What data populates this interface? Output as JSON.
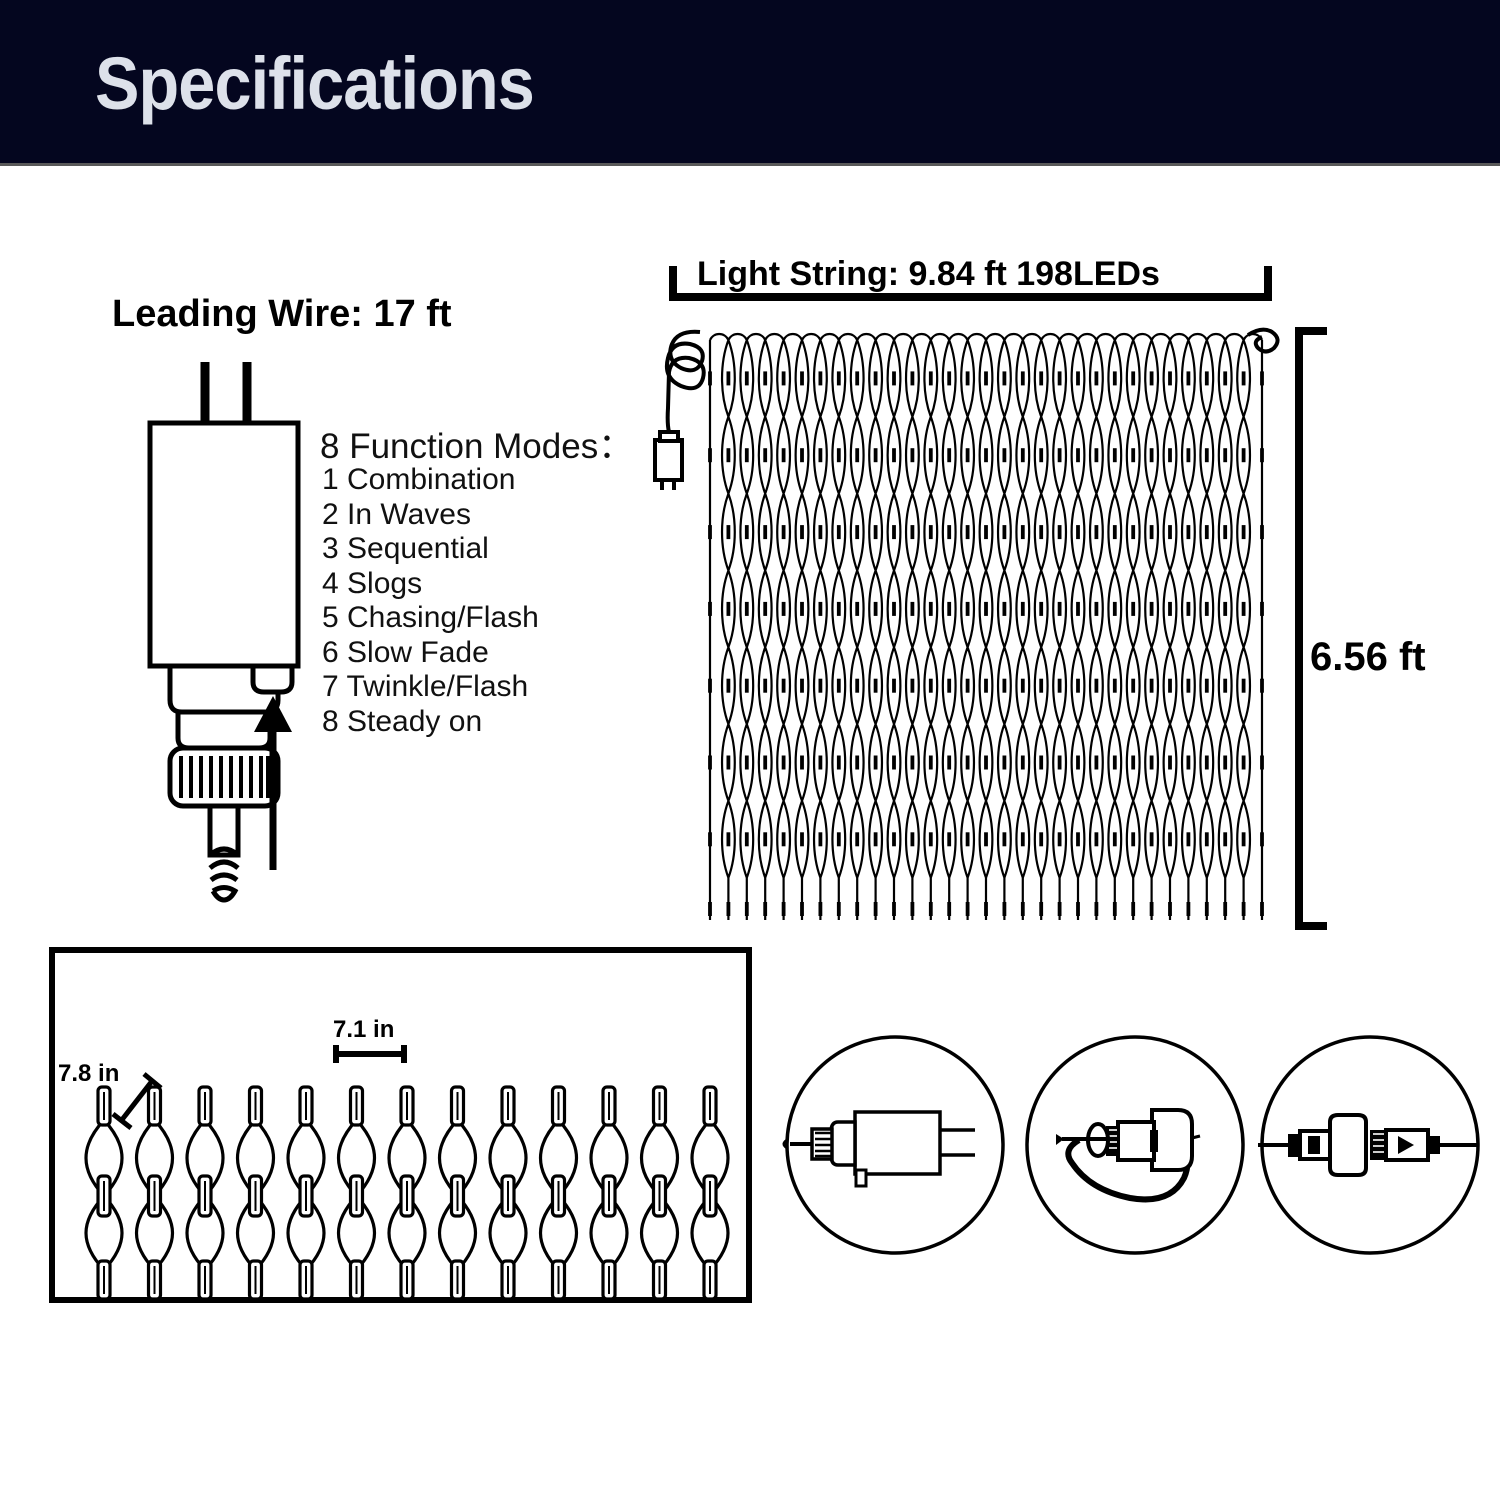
{
  "header": {
    "title": "Specifications",
    "bg_color": "#04061f",
    "text_color": "#dde1ea"
  },
  "leading_wire": {
    "title": "Leading Wire: 17 ft"
  },
  "function_modes": {
    "title": "8 Function Modes：",
    "items": [
      "1 Combination",
      "2 In Waves",
      "3 Sequential",
      "4 Slogs",
      "5 Chasing/Flash",
      "6 Slow Fade",
      "7 Twinkle/Flash",
      "8 Steady on"
    ]
  },
  "light_string": {
    "title": "Light String: 9.84 ft  198LEDs",
    "height_label": "6.56 ft"
  },
  "mesh_detail": {
    "horizontal_spacing": "7.1 in",
    "diagonal_spacing": "7.8 in"
  },
  "detail_circles": [
    {
      "name": "controller-plug-detail"
    },
    {
      "name": "end-cap-loop-detail"
    },
    {
      "name": "connector-coupling-detail"
    }
  ],
  "colors": {
    "line": "#000000",
    "page_background": "#ffffff",
    "panel_border": "#000000"
  }
}
